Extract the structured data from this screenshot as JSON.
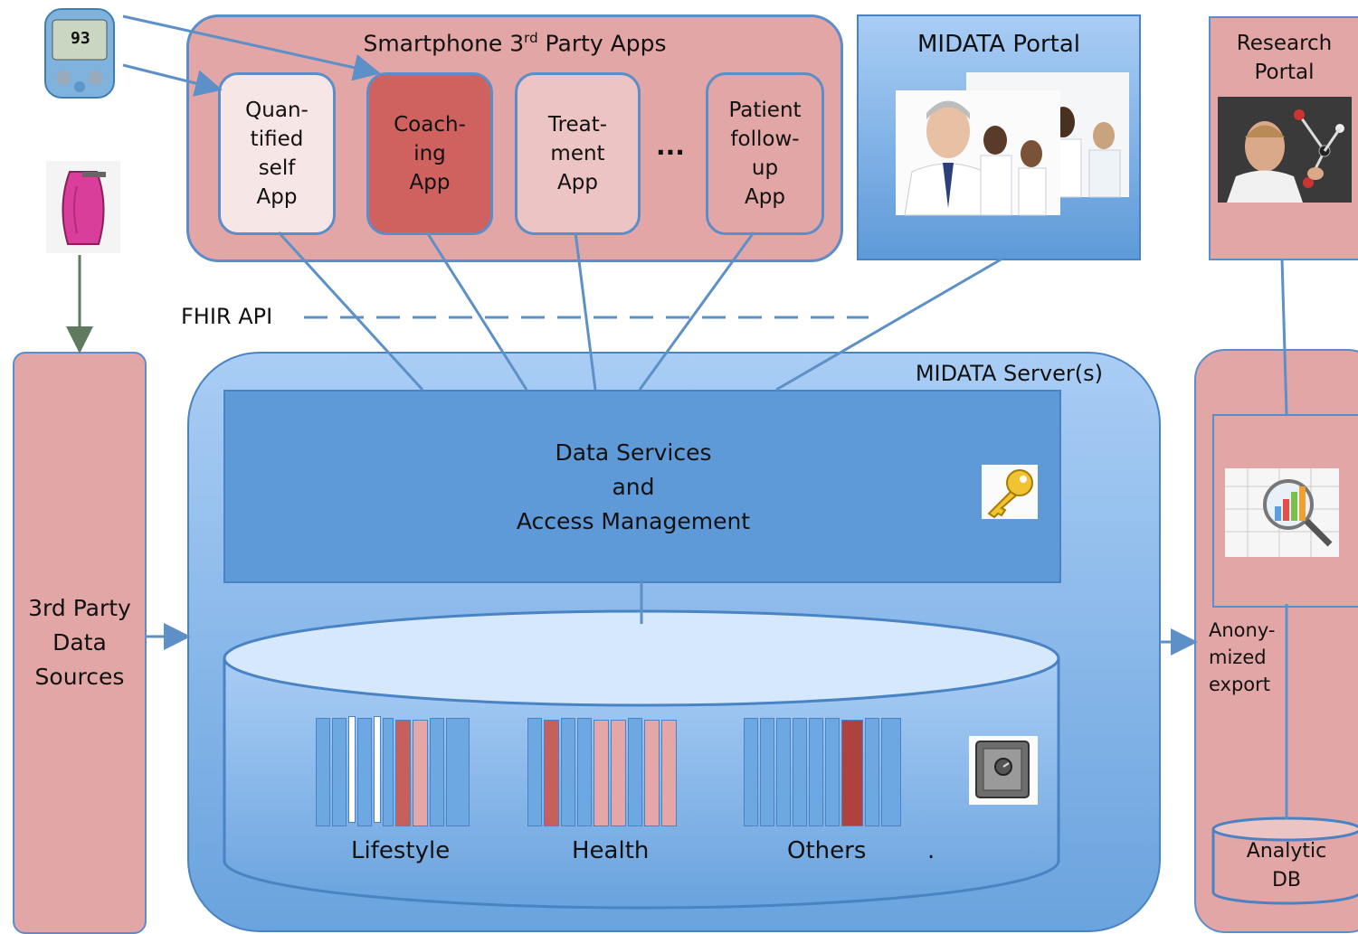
{
  "apps_panel": {
    "title": "Smartphone 3",
    "title_sup": "rd",
    "title_rest": " Party Apps",
    "apps": [
      {
        "label": "Quan-\ntified\nself\nApp"
      },
      {
        "label": "Coach-\ning\nApp"
      },
      {
        "label": "Treat-\nment\nApp"
      },
      {
        "label": "Patient\nfollow-\nup\nApp"
      }
    ],
    "ellipsis": "..."
  },
  "portal": {
    "title": "MIDATA Portal"
  },
  "research": {
    "title": "Research\nPortal"
  },
  "fhir": {
    "label": "FHIR API"
  },
  "server": {
    "title": "MIDATA Server(s)"
  },
  "services": {
    "line1": "Data Services",
    "line2": "and",
    "line3": "Access Management"
  },
  "db": {
    "groups": [
      "Lifestyle",
      "Health",
      "Others"
    ],
    "trailing": "."
  },
  "third_party": {
    "label": "3rd Party\nData\nSources"
  },
  "export": {
    "label": "Anony-\nmized\nexport"
  },
  "analytic": {
    "label": "Analytic\nDB"
  },
  "devices": {
    "glucose_readout": "93"
  },
  "colors": {
    "pink": "#e3a6a6",
    "blue": "#5e9ad8",
    "coach": "#cf625e",
    "quantified": "#f6e6e6",
    "treatment": "#edc4c4",
    "dark_book": "#b0423e"
  }
}
